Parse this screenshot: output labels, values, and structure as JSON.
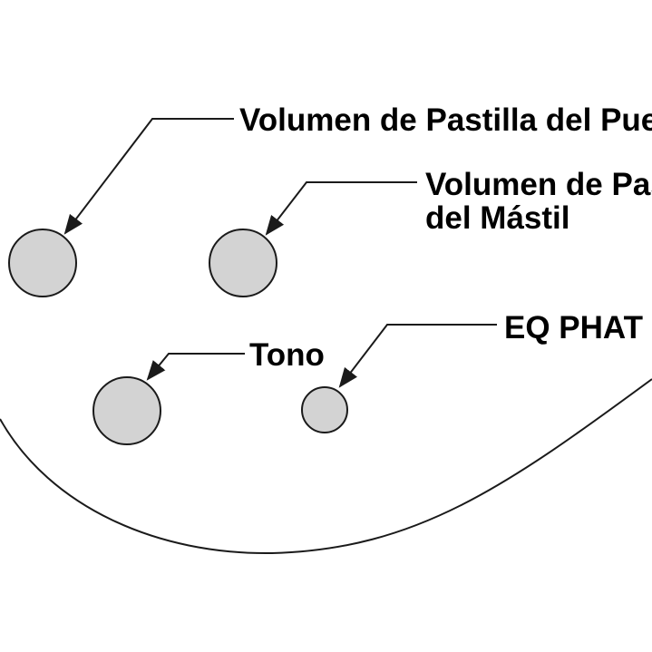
{
  "colors": {
    "knob_fill": "#d3d3d3",
    "stroke": "#1a1a1a",
    "text": "#000000",
    "background": "#ffffff"
  },
  "labels": {
    "bridge_volume": "Volumen de Pastilla del Puente",
    "neck_volume_line1": "Volumen de Pastilla",
    "neck_volume_line2": "del Mástil",
    "tone": "Tono",
    "eq": "EQ PHAT II"
  }
}
